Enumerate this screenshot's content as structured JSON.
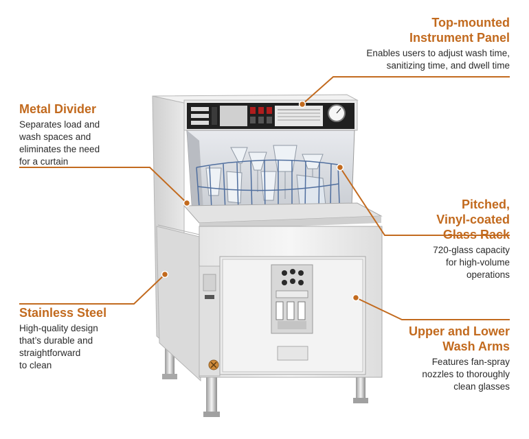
{
  "accent_color": "#c26a1e",
  "callouts": {
    "top_panel": {
      "title_lines": [
        "Top-mounted",
        "Instrument Panel"
      ],
      "desc_lines": [
        "Enables users to adjust wash time,",
        "sanitizing time, and dwell time"
      ]
    },
    "metal_divider": {
      "title_lines": [
        "Metal Divider"
      ],
      "desc_lines": [
        "Separates load and",
        "wash spaces and",
        "eliminates the need",
        "for a curtain"
      ]
    },
    "glass_rack": {
      "title_lines": [
        "Pitched,",
        "Vinyl-coated",
        "Glass Rack"
      ],
      "desc_lines": [
        "720-glass capacity",
        "for high-volume",
        "operations"
      ]
    },
    "stainless_steel": {
      "title_lines": [
        "Stainless Steel"
      ],
      "desc_lines": [
        "High-quality design",
        "that’s durable and",
        "straightforward",
        "to clean"
      ]
    },
    "wash_arms": {
      "title_lines": [
        "Upper and Lower",
        "Wash Arms"
      ],
      "desc_lines": [
        "Features fan-spray",
        "nozzles to thoroughly",
        "clean glasses"
      ]
    }
  }
}
